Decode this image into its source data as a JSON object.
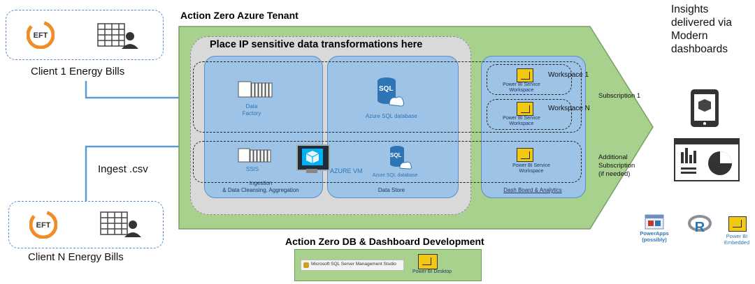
{
  "clients": [
    {
      "label": "Client 1 Energy Bills",
      "logo": "EFT",
      "icon": "customer-table-icon"
    },
    {
      "label": "Client N Energy Bills",
      "logo": "EFT",
      "icon": "customer-table-icon"
    }
  ],
  "ingest_label": "Ingest .csv",
  "tenant": {
    "title": "Action Zero Azure Tenant",
    "zone_title": "Place IP sensitive data transformations here",
    "columns": [
      {
        "caption": "Ingestion\n& Data Cleansing, Aggregation"
      },
      {
        "caption": "Data Store"
      },
      {
        "caption": "Dash Board & Analytics"
      }
    ],
    "services": {
      "data_factory": "Data\nFactory",
      "ssis": "SSIS",
      "azure_vm": "AZURE VM",
      "sql_db_1": "Azure SQL database",
      "sql_db_2": "Azure SQL database",
      "sql_glyph": "SQL"
    },
    "workspaces": [
      {
        "name": "Workspace 1",
        "service": "Power BI Service\nWorkspace"
      },
      {
        "name": "Workspace N",
        "service": "Power BI Service\nWorkspace"
      },
      {
        "name": "",
        "service": "Power BI Service\nWorkspace"
      }
    ],
    "subscriptions": [
      {
        "label": "Subscription 1"
      },
      {
        "label": "Additional\nSubscription\n(if needed)"
      }
    ]
  },
  "insights": {
    "text": "Insights\ndelivered via\nModern\ndashboards"
  },
  "options": [
    {
      "label": "PowerApps\n(possibly)"
    },
    {
      "label": "R"
    },
    {
      "label": "Power BI\nEmbedded"
    }
  ],
  "dev": {
    "title": "Action Zero DB & Dashboard Development",
    "ssms": "Microsoft SQL Server Management Studio",
    "pbi_desktop": "Power BI Desktop"
  },
  "colors": {
    "tenant_green": "#a9d18e",
    "zone_gray": "#d9d9d9",
    "column_blue": "#9dc3e6",
    "accent_blue": "#2e75b6",
    "powerbi_yellow": "#f2c811",
    "eft_orange": "#f28c28"
  }
}
